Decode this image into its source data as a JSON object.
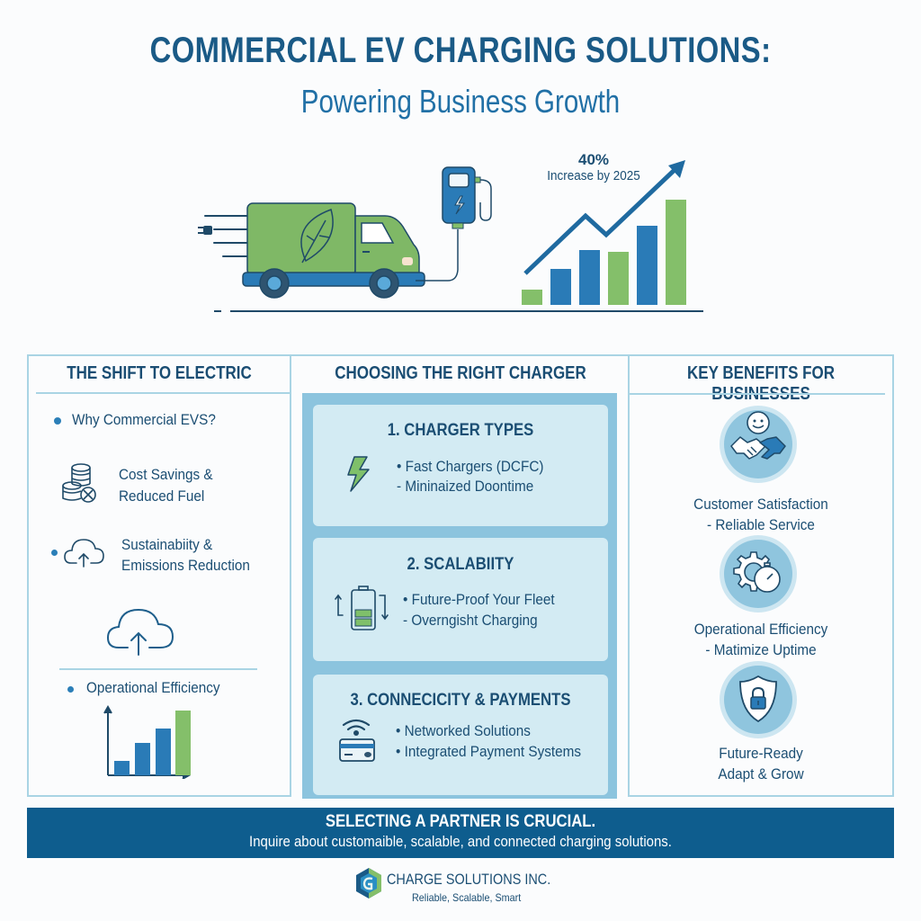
{
  "header": {
    "title": "COMMERCIAL EV CHARGING SOLUTIONS:",
    "subtitle": "Powering Business Growth"
  },
  "hero": {
    "stat_value": "40%",
    "stat_label": "Increase by 2025",
    "icons": [
      "delivery-truck-icon",
      "leaf-icon",
      "plug-icon",
      "charging-station-icon",
      "growth-bar-chart-icon",
      "trend-arrow-icon"
    ]
  },
  "left_column": {
    "heading": "THE SHIFT TO ELECTRIC",
    "bullet_title": "Why Commercial EVS?",
    "items": [
      {
        "icon": "coins-icon",
        "line1": "Cost Savings &",
        "line2": "Reduced Fuel"
      },
      {
        "icon": "cloud-upload-icon",
        "line1": "Sustainabiity &",
        "line2": "Emissions Reduction"
      }
    ],
    "bullet2": "Operational Efficiency"
  },
  "middle_column": {
    "heading": "CHOOSING THE RIGHT CHARGER",
    "cards": [
      {
        "title": "1. CHARGER TYPES",
        "icon": "lightning-bolt-icon",
        "line1": "• Fast Chargers (DCFC)",
        "line2": "- Mininaized Doontime"
      },
      {
        "title": "2. SCALABIITY",
        "icon": "battery-icon",
        "line1": "• Future-Proof Your Fleet",
        "line2": "- Overngisht Charging"
      },
      {
        "title": "3. CONNECICITY & PAYMENTS",
        "icon": "wifi-card-icon",
        "line1": "• Networked Solutions",
        "line2": "• Integrated Payment Systems"
      }
    ]
  },
  "right_column": {
    "heading": "KEY BENEFITS FOR BUSINESSES",
    "benefits": [
      {
        "icon": "handshake-icon",
        "line1": "Customer Satisfaction",
        "line2": "- Reliable Service"
      },
      {
        "icon": "gear-stopwatch-icon",
        "line1": "Operational Efficiency",
        "line2": "- Matimize Uptime"
      },
      {
        "icon": "shield-lock-icon",
        "line1": "Future-Ready",
        "line2": "Adapt & Grow"
      }
    ]
  },
  "cta": {
    "headline": "SELECTING A PARTNER IS CRUCIAL.",
    "subtext": "Inquire about customaible, scalable, and connected charging solutions."
  },
  "footer": {
    "company": "CHARGE SOLUTIONS INC.",
    "tagline": "Reliable, Scalable, Smart"
  },
  "colors": {
    "navy": "#1a4d73",
    "blue": "#2b7fb8",
    "green": "#84bf6a",
    "light_blue": "#a9d4e4",
    "card_bg": "#d3ebf3",
    "cta_bg": "#0e5d8e"
  }
}
